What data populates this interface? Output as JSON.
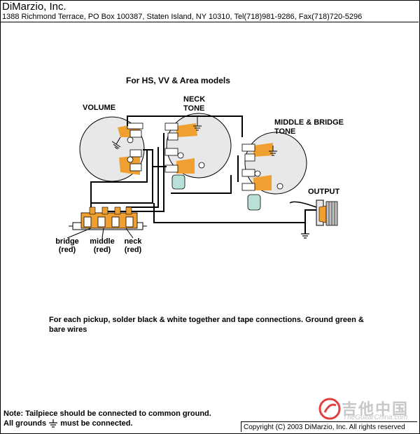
{
  "header": {
    "company": "DiMarzio, Inc.",
    "address": "1388 Richmond Terrace, PO Box 100387, Staten Island, NY 10310, Tel(718)981-9286, Fax(718)720-5296"
  },
  "diagram": {
    "models_title": "For HS, VV & Area models",
    "volume_label": "VOLUME",
    "neck_tone_label_1": "NECK",
    "neck_tone_label_2": "TONE",
    "midbridge_label_1": "MIDDLE & BRIDGE",
    "midbridge_label_2": "TONE",
    "output_label": "OUTPUT",
    "pickups": [
      {
        "name": "bridge",
        "wire": "(red)"
      },
      {
        "name": "middle",
        "wire": "(red)"
      },
      {
        "name": "neck",
        "wire": "(red)"
      }
    ]
  },
  "instructions": "For each pickup, solder black & white together and tape connections.  Ground green & bare wires",
  "notes": {
    "tailpiece": "Note: Tailpiece should be connected to common ground.",
    "grounds_prefix": "All grounds",
    "grounds_suffix": "must be connected."
  },
  "footer": {
    "copyright": "Copyright (C) 2003 DiMarzio, Inc. All rights reserved",
    "watermark_main": "吉他中国",
    "watermark_sub": "TheGuitarChina.com"
  },
  "colors": {
    "pot_fill": "#e8e8e8",
    "lug_orange": "#f0a030",
    "capacitor": "#b8e0d8",
    "switch_body": "#f0a030"
  }
}
